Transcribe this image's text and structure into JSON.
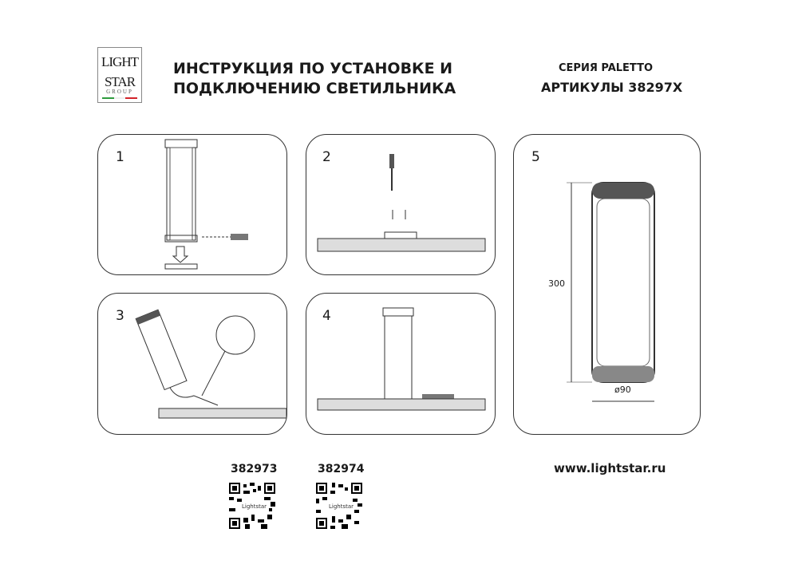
{
  "logo": {
    "line1": "LIGHT",
    "line2": "STAR",
    "line3": "GROUP",
    "flag_colors": [
      "#2e9b3e",
      "#ffffff",
      "#d2232a"
    ]
  },
  "header": {
    "title_line1": "ИНСТРУКЦИЯ ПО УСТАНОВКЕ И",
    "title_line2": "ПОДКЛЮЧЕНИЮ СВЕТИЛЬНИКА",
    "series": "СЕРИЯ PALETTO",
    "article": "АРТИКУЛЫ 38297X"
  },
  "steps": [
    {
      "number": "1"
    },
    {
      "number": "2"
    },
    {
      "number": "3"
    },
    {
      "number": "4"
    },
    {
      "number": "5"
    }
  ],
  "dimensions": {
    "height": "300",
    "diameter": "ø90"
  },
  "products": [
    {
      "code": "382973",
      "qr_label": "Lightstar"
    },
    {
      "code": "382974",
      "qr_label": "Lightstar"
    }
  ],
  "website": "www.lightstar.ru"
}
